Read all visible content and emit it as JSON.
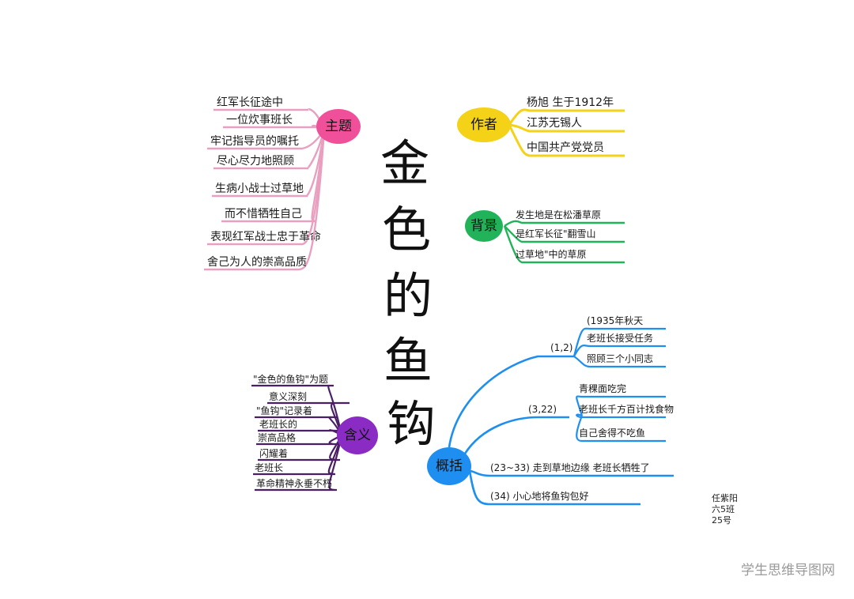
{
  "title_chars": [
    "金",
    "色",
    "的",
    "鱼",
    "钩"
  ],
  "theme": {
    "label": "主题",
    "color": "#f0509a",
    "line": "#e9a0c0",
    "items": [
      "红军长征途中",
      "一位炊事班长",
      "牢记指导员的嘱托",
      "尽心尽力地照顾",
      "生病小战士过草地",
      "而不惜牺牲自己",
      "表现红军战士忠于革命",
      "舍己为人的崇高品质"
    ]
  },
  "author": {
    "label": "作者",
    "color": "#f4d218",
    "line": "#f4d218",
    "items": [
      "杨旭  生于1912年",
      "江苏无锡人",
      "中国共产党党员"
    ]
  },
  "background": {
    "label": "背景",
    "color": "#22b35a",
    "line": "#22b35a",
    "items": [
      "发生地是在松潘草原",
      "是红军长征\"翻雪山",
      "过草地\"中的草原"
    ]
  },
  "meaning": {
    "label": "含义",
    "color": "#8a2bc4",
    "line": "#4a1f66",
    "items": [
      "\"金色的鱼钩\"为题",
      "意义深刻",
      "\"鱼钩\"记录着",
      "老班长的",
      "崇高品格",
      "闪耀着",
      "老班长",
      "革命精神永垂不朽"
    ]
  },
  "summary": {
    "label": "概括",
    "color": "#1e8ff0",
    "line": "#1e8ff0",
    "groups": [
      {
        "label": "(1,2)",
        "items": [
          "(1935年秋天",
          "老班长接受任务",
          "照顾三个小同志"
        ]
      },
      {
        "label": "(3,22)",
        "items": [
          "青稞面吃完",
          "老班长千方百计找食物",
          "自己舍得不吃鱼"
        ]
      }
    ],
    "singles": [
      "(23~33) 走到草地边缘  老班长牺牲了",
      "(34) 小心地将鱼钩包好"
    ]
  },
  "signature": [
    "任紫阳",
    "六5班",
    "25号"
  ],
  "watermark": "学生思维导图网"
}
